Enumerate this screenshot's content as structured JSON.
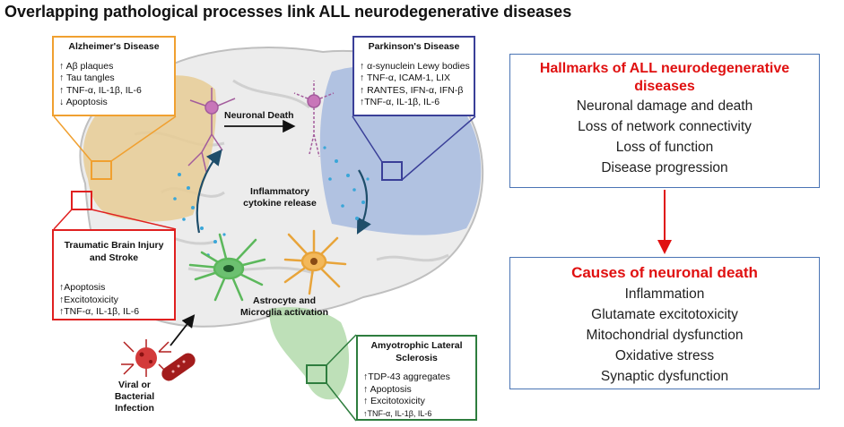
{
  "title": "Overlapping pathological processes link ALL neurodegenerative diseases",
  "alzheimers": {
    "heading": "Alzheimer's Disease",
    "lines": [
      "↑ Aβ plaques",
      "↑ Tau tangles",
      "↑ TNF-α, IL-1β, IL-6",
      "↓ Apoptosis"
    ]
  },
  "parkinsons": {
    "heading": "Parkinson's Disease",
    "lines": [
      "↑ α-synuclein Lewy bodies",
      "↑ TNF-α, ICAM-1, LIX",
      "↑ RANTES, IFN-α, IFN-β",
      "↑TNF-α, IL-1β, IL-6"
    ]
  },
  "tbi": {
    "heading": "Traumatic Brain Injury and Stroke",
    "lines": [
      "↑Apoptosis",
      "↑Excitotoxicity",
      "↑TNF-α, IL-1β, IL-6"
    ]
  },
  "als": {
    "heading": "Amyotrophic Lateral Sclerosis",
    "lines": [
      "↑TDP-43 aggregates",
      "↑ Apoptosis",
      "↑ Excitotoxicity",
      "↑TNF-α, IL-1β, IL-6"
    ]
  },
  "labels": {
    "neuronal_death": "Neuronal Death",
    "cytokine": "Inflammatory cytokine release",
    "astro": "Astrocyte and Microglia activation",
    "viral": "Viral or Bacterial Infection"
  },
  "hallmarks": {
    "heading": "Hallmarks of ALL neurodegenerative diseases",
    "items": [
      "Neuronal damage and death",
      "Loss of network connectivity",
      "Loss of function",
      "Disease progression"
    ]
  },
  "causes": {
    "heading": "Causes of neuronal death",
    "items": [
      "Inflammation",
      "Glutamate excitotoxicity",
      "Mitochondrial dysfunction",
      "Oxidative stress",
      "Synaptic dysfunction"
    ]
  },
  "colors": {
    "alzheimers": "#f0a030",
    "parkinsons": "#3a3f98",
    "tbi": "#e02020",
    "als": "#2e7d3e",
    "accent_red": "#e01010",
    "panel_border": "#4a74b4"
  }
}
